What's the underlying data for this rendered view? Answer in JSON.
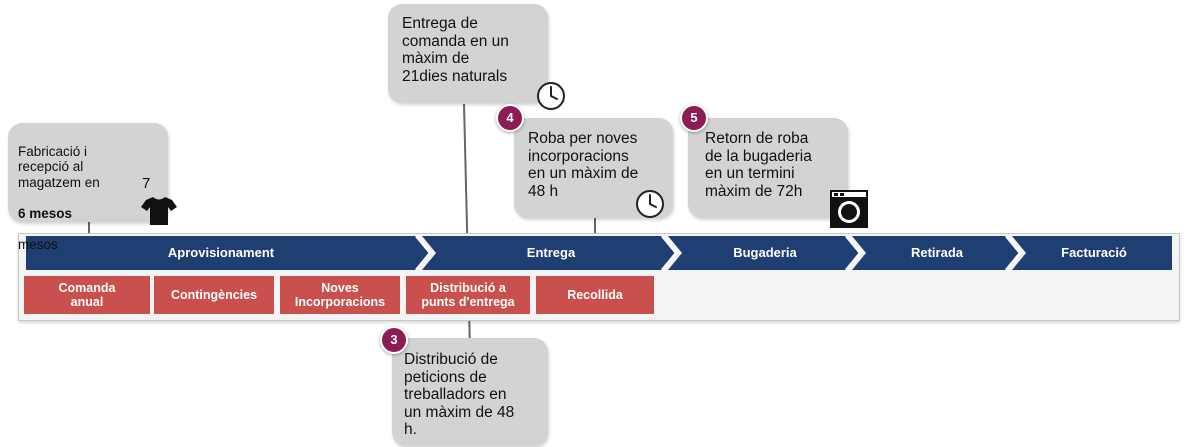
{
  "phases": [
    "Aprovisionament",
    "Entrega",
    "Bugaderia",
    "Retirada",
    "Facturació"
  ],
  "tasks": [
    "Comanda\nanual",
    "Contingències",
    "Noves\nIncorporacions",
    "Distribució a\npunts d'entrega",
    "Recollida"
  ],
  "callouts": {
    "fabricacio": {
      "text_before": "Fabricació i\nrecepció al\nmagatzem en",
      "bold": "6 mesos",
      "text_after": "mesos",
      "count": "7"
    },
    "entrega": {
      "text": "Entrega de\ncomanda en un\nmàxim de\n21dies naturals"
    },
    "roba": {
      "number": "4",
      "text": "Roba per noves\nincorporacions\nen un màxim de\n48 h"
    },
    "retorn": {
      "number": "5",
      "text": "Retorn de roba\nde la bugaderia\nen un termini\nmàxim de 72h"
    },
    "distribucio": {
      "number": "3",
      "text": "Distribució de\npeticions de\ntreballadors en\nun màxim de 48\nh."
    }
  },
  "colors": {
    "phase": "#1f3e72",
    "task": "#c9504c",
    "badge": "#8c1c56",
    "bubble": "#d3d3d3"
  },
  "icons": [
    "clock-icon",
    "tshirt-icon",
    "washing-machine-icon"
  ]
}
